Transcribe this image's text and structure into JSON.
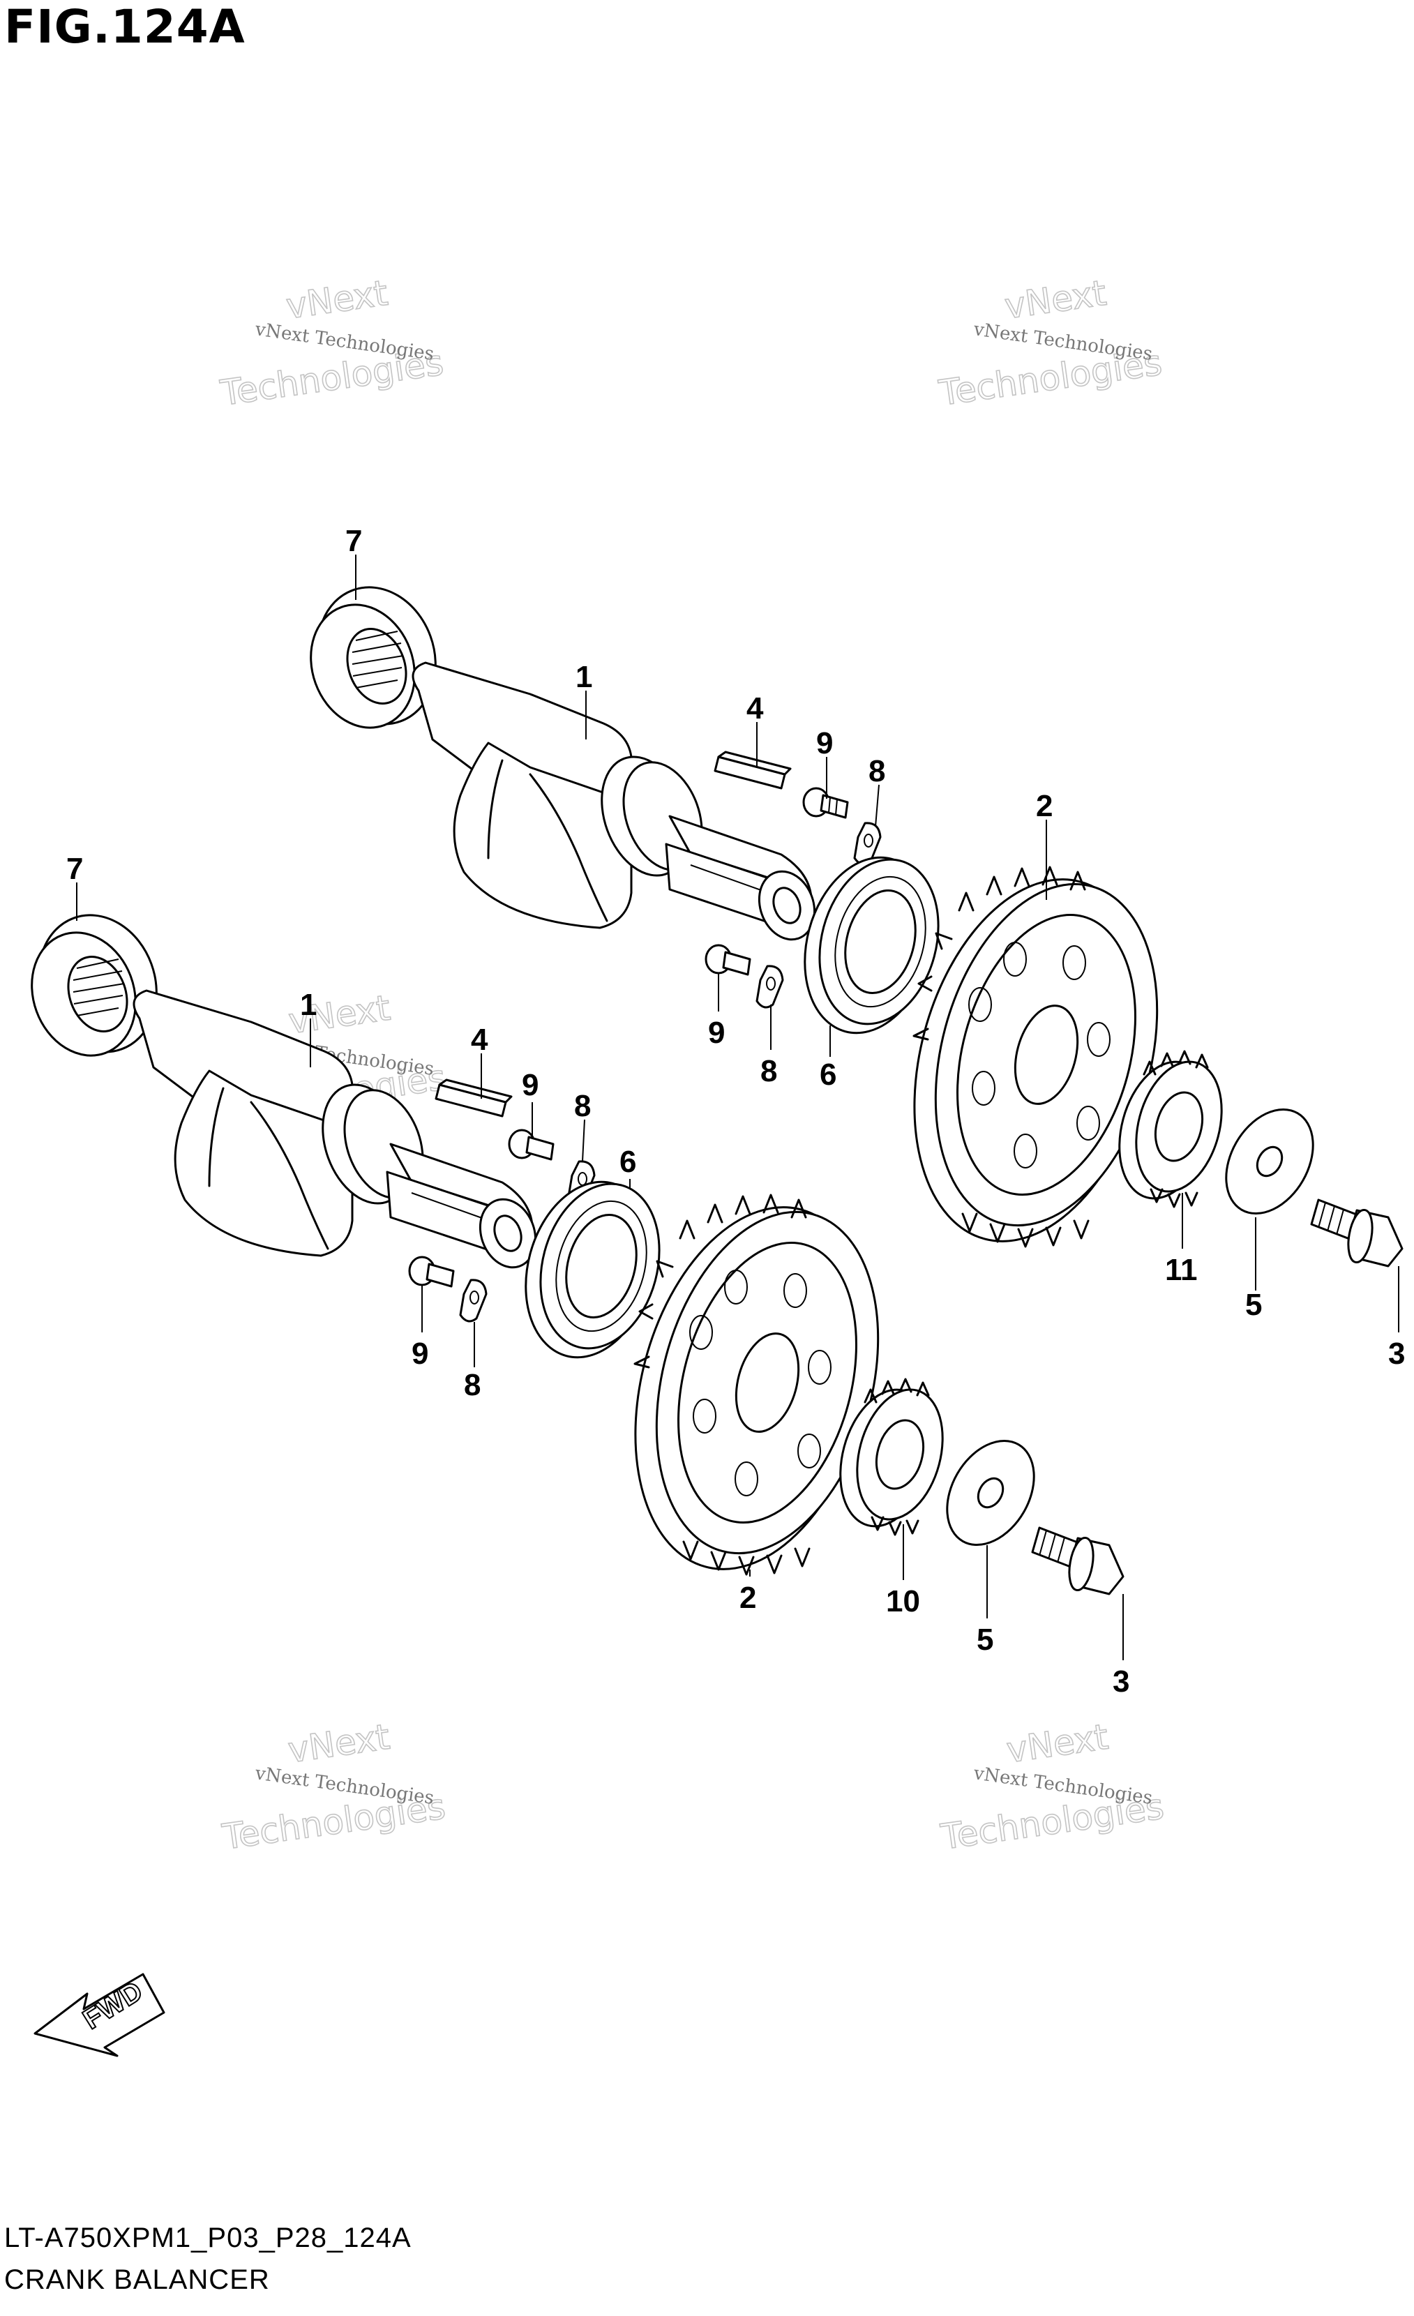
{
  "figure": {
    "title": "FIG.124A",
    "code": "LT-A750XPM1_P03_P28_124A",
    "caption": "CRANK BALANCER"
  },
  "watermark": {
    "line_small": "vNext Technologies",
    "line_big_1": "vNext",
    "line_big_2": "Technologies"
  },
  "fwd_label": "FWD",
  "callouts": {
    "upper_bearing_7": "7",
    "upper_shaft_1": "1",
    "upper_key_4": "4",
    "upper_bolt_9": "9",
    "upper_washer_8": "8",
    "upper_gear_2": "2",
    "upper_lower_bolt_9": "9",
    "upper_lower_washer_8": "8",
    "upper_bearing_6": "6",
    "gear_11": "11",
    "upper_washer_5": "5",
    "upper_bolt_3": "3",
    "lower_bearing_7": "7",
    "lower_shaft_1": "1",
    "lower_key_4": "4",
    "lower_bolt_9": "9",
    "lower_washer_8": "8",
    "lower_bearing_6": "6",
    "lower_lower_bolt_9": "9",
    "lower_lower_washer_8": "8",
    "lower_gear_2": "2",
    "gear_10": "10",
    "lower_washer_5": "5",
    "lower_bolt_3": "3"
  }
}
